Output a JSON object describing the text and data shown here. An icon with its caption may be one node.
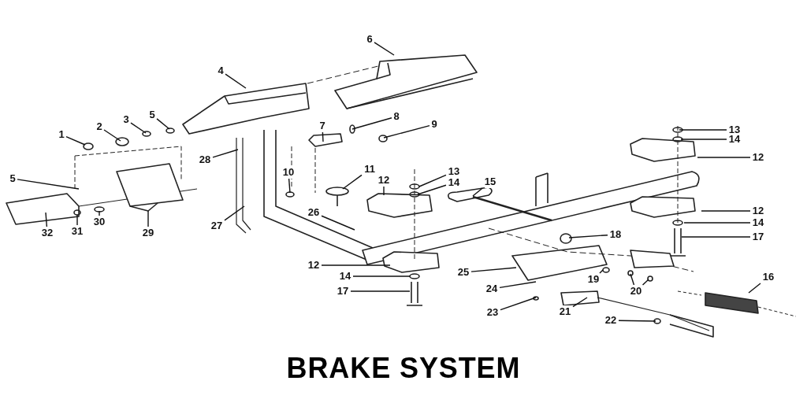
{
  "diagram": {
    "title": "BRAKE SYSTEM",
    "nodes": [
      {
        "text": [
          "6"
        ]
      },
      {
        "text": [
          "4"
        ]
      },
      {
        "text": [
          "5"
        ]
      },
      {
        "text": [
          "8"
        ]
      },
      {
        "text": [
          "3"
        ]
      },
      {
        "text": [
          "9"
        ]
      },
      {
        "text": [
          "7"
        ]
      },
      {
        "text": [
          "2"
        ]
      },
      {
        "text": [
          "13"
        ]
      },
      {
        "text": [
          "1"
        ]
      },
      {
        "text": [
          "14"
        ]
      },
      {
        "text": [
          "12"
        ]
      },
      {
        "text": [
          "28"
        ]
      },
      {
        "text": [
          "11"
        ]
      },
      {
        "text": [
          "13"
        ]
      },
      {
        "text": [
          "10"
        ]
      },
      {
        "text": [
          "5"
        ]
      },
      {
        "text": [
          "12"
        ]
      },
      {
        "text": [
          "15"
        ]
      },
      {
        "text": [
          "14"
        ]
      },
      {
        "text": [
          "12"
        ]
      },
      {
        "text": [
          "26"
        ]
      },
      {
        "text": [
          "30"
        ]
      },
      {
        "text": [
          "14"
        ]
      },
      {
        "text": [
          "27"
        ]
      },
      {
        "text": [
          "31"
        ]
      },
      {
        "text": [
          "32"
        ]
      },
      {
        "text": [
          "29"
        ]
      },
      {
        "text": [
          "18"
        ]
      },
      {
        "text": [
          "17"
        ]
      },
      {
        "text": [
          "12"
        ]
      },
      {
        "text": [
          "25"
        ]
      },
      {
        "text": [
          "14"
        ]
      },
      {
        "text": [
          "16"
        ]
      },
      {
        "text": [
          "19"
        ]
      },
      {
        "text": [
          "24"
        ]
      },
      {
        "text": [
          "17"
        ]
      },
      {
        "text": [
          "20"
        ]
      },
      {
        "text": [
          "21"
        ]
      },
      {
        "text": [
          "23"
        ]
      },
      {
        "text": [
          "22"
        ]
      }
    ],
    "edges": [
      {
        "from": 0,
        "to": null,
        "arrow": "none"
      },
      {
        "from": 1,
        "to": null,
        "arrow": "none"
      },
      {
        "from": 2,
        "to": null,
        "arrow": "none"
      },
      {
        "from": 3,
        "to": null,
        "arrow": "none"
      },
      {
        "from": 4,
        "to": null,
        "arrow": "none"
      },
      {
        "from": 5,
        "to": null,
        "arrow": "none"
      },
      {
        "from": 6,
        "to": null,
        "arrow": "none"
      },
      {
        "from": 7,
        "to": null,
        "arrow": "none"
      },
      {
        "from": 8,
        "to": null,
        "arrow": "none"
      },
      {
        "from": 9,
        "to": null,
        "arrow": "none"
      },
      {
        "from": 10,
        "to": null,
        "arrow": "none"
      },
      {
        "from": 11,
        "to": null,
        "arrow": "none"
      },
      {
        "from": 12,
        "to": null,
        "arrow": "none"
      },
      {
        "from": 13,
        "to": null,
        "arrow": "none"
      },
      {
        "from": 14,
        "to": null,
        "arrow": "none"
      },
      {
        "from": 15,
        "to": null,
        "arrow": "none"
      },
      {
        "from": 16,
        "to": null,
        "arrow": "none"
      },
      {
        "from": 17,
        "to": null,
        "arrow": "none"
      },
      {
        "from": 18,
        "to": null,
        "arrow": "none"
      },
      {
        "from": 19,
        "to": null,
        "arrow": "none"
      },
      {
        "from": 20,
        "to": null,
        "arrow": "none"
      },
      {
        "from": 21,
        "to": null,
        "arrow": "none"
      },
      {
        "from": 22,
        "to": null,
        "arrow": "none"
      },
      {
        "from": 23,
        "to": null,
        "arrow": "none"
      },
      {
        "from": 24,
        "to": null,
        "arrow": "none"
      },
      {
        "from": 25,
        "to": null,
        "arrow": "none"
      },
      {
        "from": 26,
        "to": null,
        "arrow": "none"
      },
      {
        "from": 27,
        "to": null,
        "arrow": "none"
      },
      {
        "from": 28,
        "to": null,
        "arrow": "none"
      },
      {
        "from": 29,
        "to": null,
        "arrow": "none"
      },
      {
        "from": 30,
        "to": null,
        "arrow": "none"
      },
      {
        "from": 31,
        "to": null,
        "arrow": "none"
      },
      {
        "from": 32,
        "to": null,
        "arrow": "none"
      },
      {
        "from": 33,
        "to": null,
        "arrow": "none"
      },
      {
        "from": 34,
        "to": null,
        "arrow": "none"
      },
      {
        "from": 35,
        "to": null,
        "arrow": "none"
      },
      {
        "from": 36,
        "to": null,
        "arrow": "none"
      },
      {
        "from": 37,
        "to": null,
        "arrow": "none"
      },
      {
        "from": 37,
        "to": null,
        "arrow": "none"
      },
      {
        "from": 38,
        "to": null,
        "arrow": "none"
      },
      {
        "from": 39,
        "to": null,
        "arrow": "none"
      },
      {
        "from": 40,
        "to": null,
        "arrow": "none"
      }
    ]
  }
}
